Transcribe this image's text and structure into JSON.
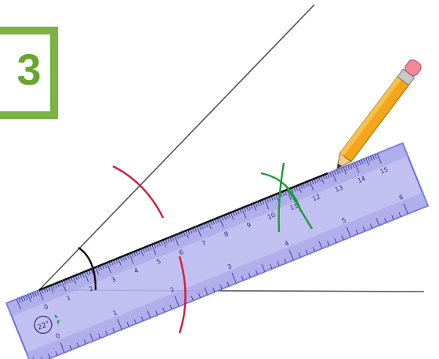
{
  "step": {
    "number": "3"
  },
  "ruler": {
    "cm_labels": [
      "0",
      "1",
      "2",
      "3",
      "4",
      "5",
      "6",
      "7",
      "8",
      "9",
      "10",
      "11",
      "12",
      "13",
      "14",
      "15"
    ],
    "inch_labels": [
      "0",
      "1",
      "2",
      "3",
      "4",
      "5",
      "6"
    ],
    "angle_badge": "22°",
    "colors": {
      "body": "#b9b7ef",
      "edge": "#6b6fd6",
      "tick": "#2a2f7a"
    }
  },
  "colors": {
    "ray": "#555555",
    "red_arc": "#d31f3a",
    "green_arc": "#1e9a3a",
    "angle_mark": "#111111",
    "step_box": "#7cb342",
    "step_text": "#6aa52f"
  }
}
